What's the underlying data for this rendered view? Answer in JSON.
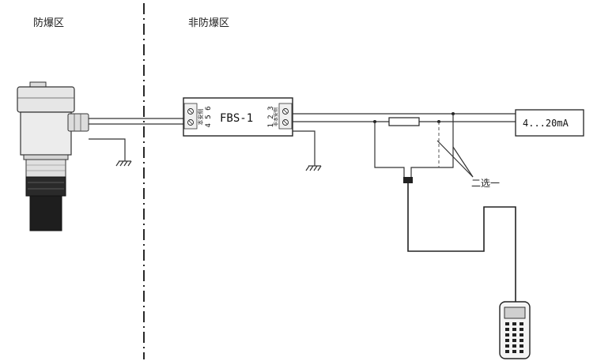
{
  "zones": {
    "hazardous_label": "防爆区",
    "safe_label": "非防爆区"
  },
  "barrier": {
    "model": "FBS-1",
    "left_terminals": "4 5 6",
    "left_side_text": "本安侧",
    "right_terminals": "1 2 3",
    "right_side_text": "非本安侧"
  },
  "output": {
    "signal": "4...20mA"
  },
  "annotation": {
    "choose_one": "二选一"
  },
  "colors": {
    "line": "#333333",
    "body_fill": "#e8e8e8",
    "dark_fill": "#2a2a2a"
  },
  "icons": {
    "sensor": "ultrasonic-level-sensor-icon",
    "handheld": "hart-handheld-communicator-icon",
    "ground": "ground-icon",
    "resistor": "resistor-icon"
  }
}
